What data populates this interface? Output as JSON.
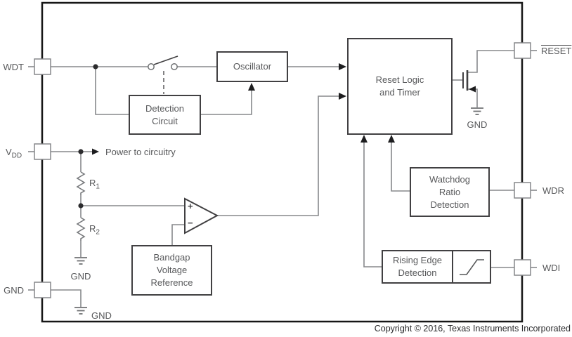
{
  "diagram": {
    "copyright": "Copyright © 2016, Texas Instruments Incorporated",
    "pins": {
      "wdt": "WDT",
      "vdd_base": "V",
      "vdd_sub": "DD",
      "gnd": "GND",
      "reset": "RESET",
      "wdr": "WDR",
      "wdi": "WDI"
    },
    "blocks": {
      "oscillator": "Oscillator",
      "detection_circuit": [
        "Detection",
        "Circuit"
      ],
      "reset_logic": [
        "Reset Logic",
        "and Timer"
      ],
      "watchdog_ratio": [
        "Watchdog",
        "Ratio",
        "Detection"
      ],
      "bandgap": [
        "Bandgap",
        "Voltage",
        "Reference"
      ],
      "rising_edge": [
        "Rising Edge",
        "Detection"
      ]
    },
    "labels": {
      "power_to_circuitry": "Power to circuitry",
      "r1_base": "R",
      "r1_sub": "1",
      "r2_base": "R",
      "r2_sub": "2",
      "gnd_mosfet": "GND",
      "gnd_r2": "GND",
      "gnd_pin": "GND",
      "comparator_plus": "+",
      "comparator_minus": "−"
    },
    "colors": {
      "wire": "#87898c",
      "block_border": "#414042",
      "text": "#57585a",
      "outer_border": "#161616",
      "arrow": "#1d1d1f"
    }
  }
}
